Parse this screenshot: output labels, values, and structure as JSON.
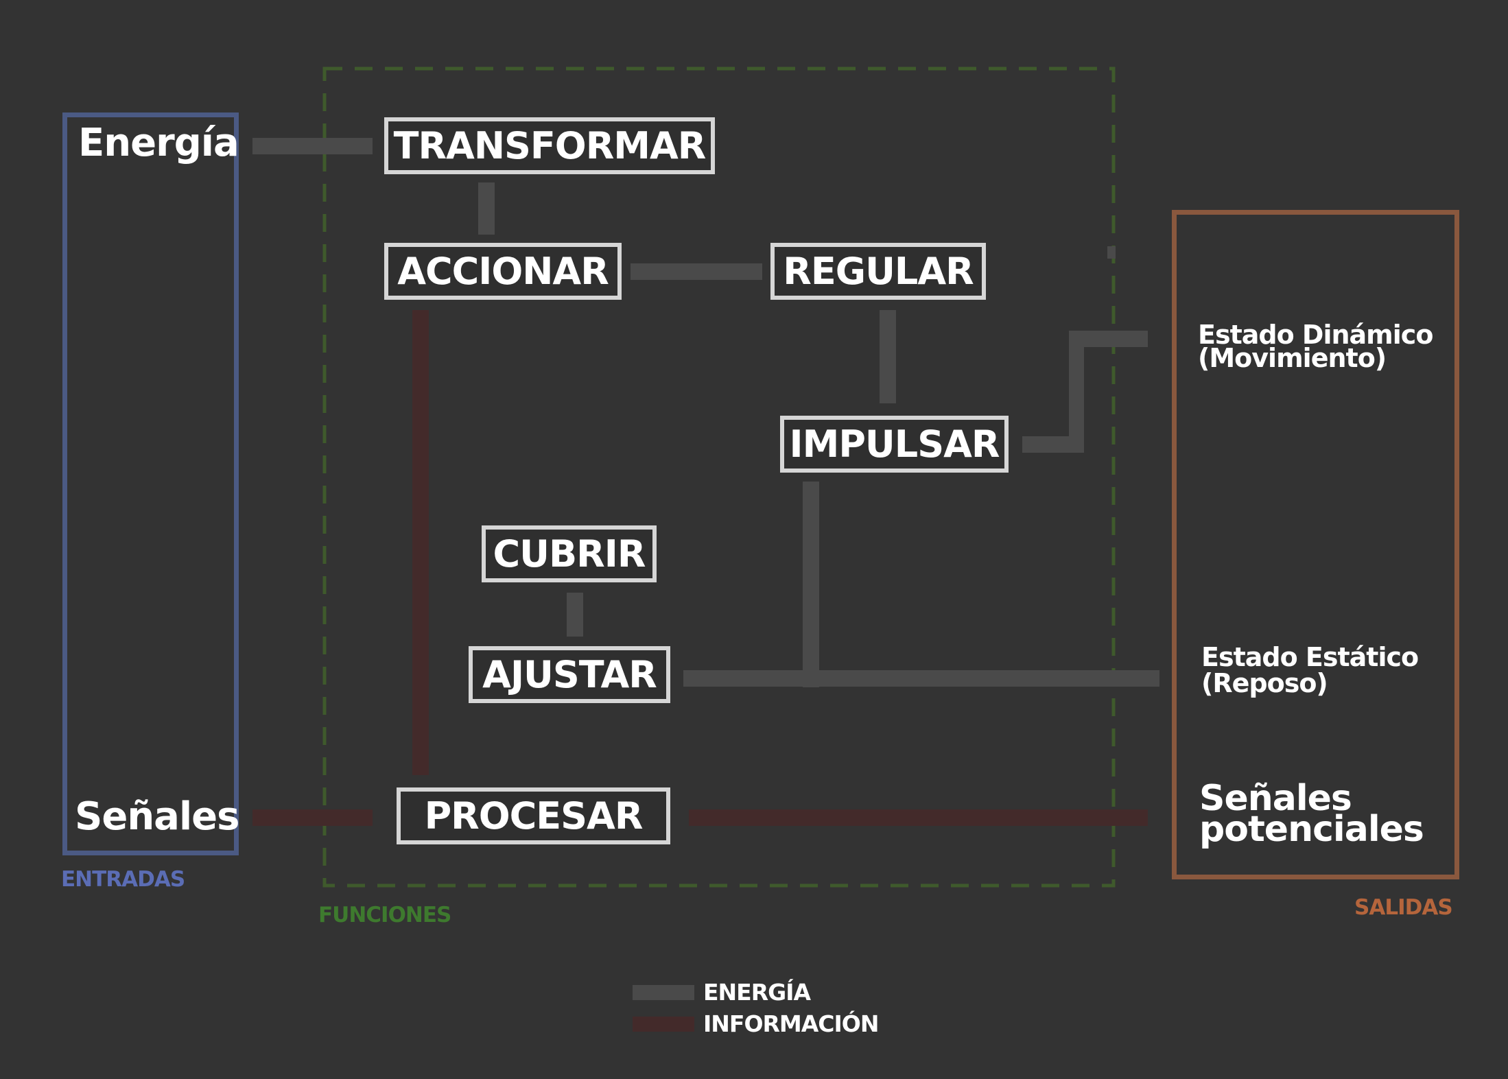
{
  "groups": {
    "entradas": "ENTRADAS",
    "funciones": "FUNCIONES",
    "salidas": "SALIDAS"
  },
  "inputs": {
    "energia": "Energía",
    "senales": "Señales"
  },
  "functions": {
    "transformar": "TRANSFORMAR",
    "accionar": "ACCIONAR",
    "regular": "REGULAR",
    "impulsar": "IMPULSAR",
    "cubrir": "CUBRIR",
    "ajustar": "AJUSTAR",
    "procesar": "PROCESAR"
  },
  "outputs": {
    "dinamico_line1": "Estado Dinámico",
    "dinamico_line2": "(Movimiento)",
    "estatico_line1": "Estado Estático",
    "estatico_line2": "(Reposo)",
    "senales_line1": "Señales",
    "senales_line2": "potenciales"
  },
  "legend": {
    "energia": "ENERGÍA",
    "informacion": "INFORMACIÓN"
  },
  "colors": {
    "entradas": "#4b5a84",
    "entradas_label": "#5b6db5",
    "funciones": "#3f5a2c",
    "funciones_label": "#3e7a2e",
    "salidas": "#8a583e",
    "salidas_label": "#b5653c",
    "energy_flow": "#4a4a4a",
    "information_flow": "#432a2a"
  }
}
